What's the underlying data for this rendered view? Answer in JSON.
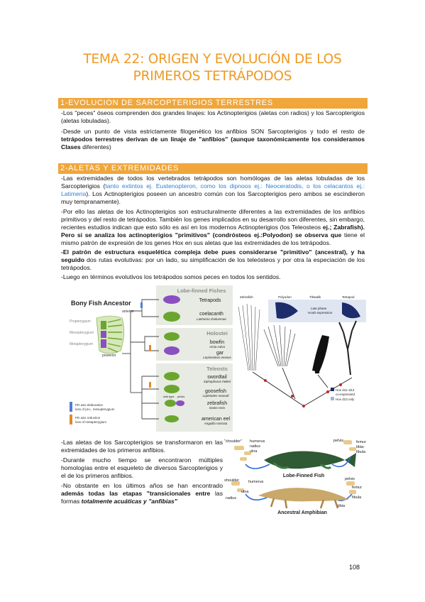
{
  "title": {
    "line1": "TEMA 22: ORIGEN Y EVOLUCIÓN DE LOS",
    "line2": "PRIMEROS TETRÁPODOS"
  },
  "section1": {
    "heading": "1-EVOLUCION DE SARCOPTERIGIOS TERRESTRES",
    "p1": "-Los \"peces\" óseos comprenden dos grandes linajes: los Actinopterigios (aletas con radios) y los Sarcopterigios (aletas lobuladas).",
    "p2_a": "-Desde un punto de vista estrictamente filogenético los anfibios SON Sarcopterigios y todo el resto de",
    "p2_b": "tetrápodos terrestres derivan de un linaje de \"anfibios\" (aunque taxonómicamente los consideramos Clases",
    "p2_c": "diferentes)"
  },
  "section2": {
    "heading": "2-ALETAS Y EXTREMIDADES",
    "p1_a": "-Las extremidades de todos los vertebrados tetrápodos son homólogas de las aletas lobuladas de los Sarcopterigios (",
    "p1_blue": "tanto extintos ej. Eustenopteron, como los dipnoos ej.: Neoceratodis, o los celacantos ej.: Latimeria",
    "p1_b": "). Los Actinopterigios poseen un ancestro común con los Sarcopterigios pero ambos se escindieron muy tempranamente).",
    "p2_a": "-Por ello las aletas de los Actinopterigios son estructuralmente diferentes a las extremidades de los anfibios primitivos y del resto de tetrápodos. También los genes implicados en su desarrollo son diferentes, sin embargo, recientes estudios indican que esto sólo es así en los modernos Actinopterigios (los Teleosteos",
    "p2_bold": "ej.; Zabrafish). Pero si se analiza los actinopterigios \"primitivos\" (condrósteos ej.:Polyodon) se observa que",
    "p2_b": "tiene el mismo patrón de expresión de los genes Hox en sus aletas que las extremidades de los tetrápodos.",
    "p3_bold": "-El patrón de estructura esquelética compleja debe pues considerarse \"primitivo\" (ancestral), y ha seguido",
    "p3_b": "dos rutas evolutivas: por un lado, su simplificación de los teleósteos y por otra la especiación de los tetrápodos.",
    "p4": "-Luego en términos evolutivos los tetrápodos somos peces en todos los sentidos."
  },
  "figure_left": {
    "ancestor_title": "Bony Fish Ancestor",
    "anterior": "anterior",
    "posterior": "posterior",
    "propterygium": "Propterygium",
    "mesopterygium": "Mesopterygium",
    "metapterygium": "Metapterygium",
    "group1": "Lobe-finned Fishes",
    "group2": "Holostei",
    "group3": "Teleosts",
    "taxa": [
      {
        "name": "Tetrapods",
        "sci": ""
      },
      {
        "name": "coelacanth",
        "sci": "Latimeria chalumnae"
      },
      {
        "name": "bowfin",
        "sci": "Amia calva"
      },
      {
        "name": "gar",
        "sci": "Lepisosteus osseus"
      },
      {
        "name": "swordtail",
        "sci": "Xiphophorus helleri"
      },
      {
        "name": "goosefish",
        "sci": "Lophiodes monodi"
      },
      {
        "name": "zebrafish",
        "sci": "Danio rerio"
      },
      {
        "name": "american eel",
        "sci": "Anguilla rostrata"
      }
    ],
    "fin_labels": [
      "wild type",
      "pelvis"
    ],
    "legend1_a": "PD axis elaboration",
    "legend1_b": "loss of pro-, mesopterygium",
    "legend2_a": "PD axis reduction",
    "legend2_b": "loss of metapterygium",
    "colors": {
      "green": "#6aa62e",
      "purple": "#8a4fc0",
      "blue": "#4f7fd0",
      "orange": "#e08a2a",
      "panel": "#e7ebe3"
    }
  },
  "figure_right": {
    "labels": [
      "Zebrafish",
      "Polyodon",
      "Tiktaalik",
      "Tetrapod"
    ],
    "late_phase": "Late phase",
    "hoxd": "HoxD expression",
    "legend": [
      "Hox d11–d13",
      "co-expressed",
      "Hox d13 only"
    ]
  },
  "captions": {
    "c1": "-Las aletas de los Sarcopterigios se transformaron en las extremidades de los primeros anfibios.",
    "c2": "-Durante mucho tiempo se encontraron múltiples homologías entre el esqueleto de diversos Sarcopterigios y el de los primeros anfibios.",
    "c3_a": "-No obstante en los últimos años se han encontrado",
    "c3_bold": "además todas las etapas \"transicionales entre",
    "c3_b": " las formas",
    "c3_italic": "totalmente acuáticas y \"anfibias\""
  },
  "figure_bottom": {
    "fish_label": "Lobe-Finned Fish",
    "amphibian_label": "Ancestral Amphibian",
    "fish_bones_left": [
      "\"shoulder\"",
      "humerus",
      "radius",
      "ulna"
    ],
    "fish_bones_right": [
      "pelvis",
      "femur",
      "tibia-",
      "fibula"
    ],
    "amph_bones_left": [
      "shoulder",
      "humerus",
      "ulna",
      "radius"
    ],
    "amph_bones_right": [
      "pelvis",
      "femur",
      "fibula",
      "tibia"
    ]
  },
  "page_number": "108"
}
